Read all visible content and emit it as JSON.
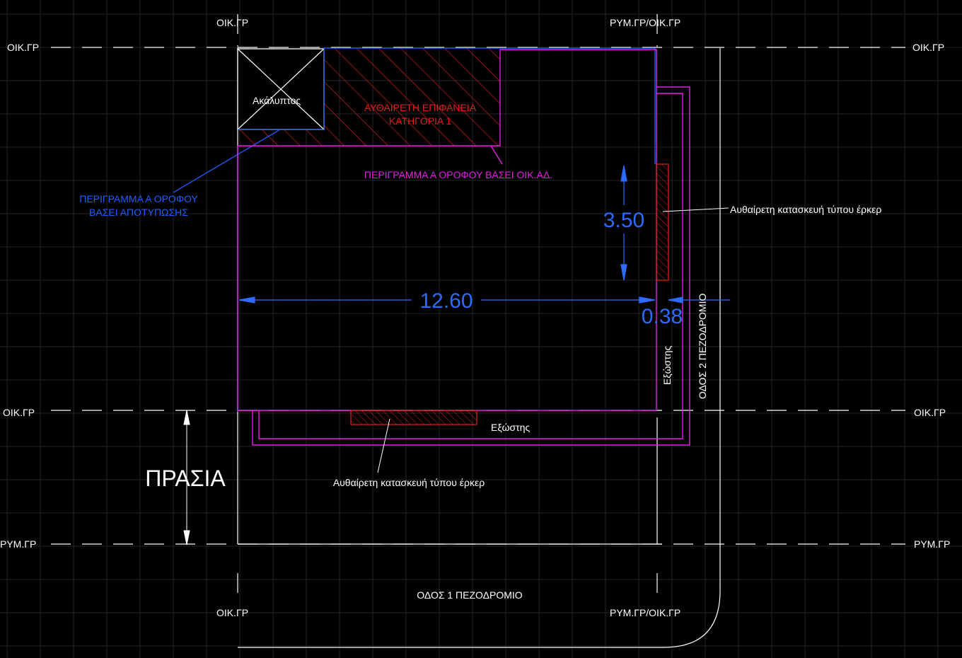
{
  "grid_labels": {
    "top_left": "ΟΙΚ.ΓΡ",
    "top_right": "ΡΥΜ.ΓΡ/ΟΙΚ.ΓΡ",
    "left_row1": "ΟΙΚ.ΓΡ",
    "right_row1": "ΟΙΚ.ΓΡ",
    "left_row2": "ΟΙΚ.ΓΡ",
    "right_row2": "ΟΙΚ.ΓΡ",
    "left_row3": "ΡΥΜ.ΓΡ",
    "right_row3": "ΡΥΜ.ΓΡ",
    "bottom_left": "ΟΙΚ.ΓΡ",
    "bottom_right": "ΡΥΜ.ΓΡ/ΟΙΚ.ΓΡ"
  },
  "annotations": {
    "akalyptos": "Ακάλυπτος",
    "illegal_surface_line1": "ΑΥΘΑΙΡΕΤΗ ΕΠΙΦΑΝΕΙΑ",
    "illegal_surface_line2": "ΚΑΤΗΓΟΡΙΑ 1",
    "outline_oik_ad": "ΠΕΡΙΓΡΑΜΜΑ Α ΟΡΟΦΟΥ ΒΑΣΕΙ ΟΙΚ.ΑΔ.",
    "outline_survey_line1": "ΠΕΡΙΓΡΑΜΜΑ Α ΟΡΟΦΟΥ",
    "outline_survey_line2": "ΒΑΣΕΙ ΑΠΟΤΥΠΩΣΗΣ",
    "erker_right": "Αυθαίρετη κατασκευή τύπου έρκερ",
    "erker_bottom": "Αυθαίρετη κατασκευή τύπου έρκερ",
    "balcony_bottom": "Εξώστης",
    "balcony_right": "Εξώστης",
    "street_right": "ΟΔΟΣ 2 ΠΕΖΟΔΡΟΜΙΟ",
    "street_bottom": "ΟΔΟΣ 1 ΠΕΖΟΔΡΟΜΙΟ",
    "prasia": "ΠΡΑΣΙΑ"
  },
  "dimensions": {
    "width": "12.60",
    "erker_length": "3.50",
    "erker_depth": "0.38"
  },
  "colors": {
    "background": "#000000",
    "grid": "#1f242b",
    "white": "#ffffff",
    "magenta": "#e51ee5",
    "red": "#e41e1e",
    "blue": "#1f5fff",
    "dim_blue": "#2d6bff"
  }
}
